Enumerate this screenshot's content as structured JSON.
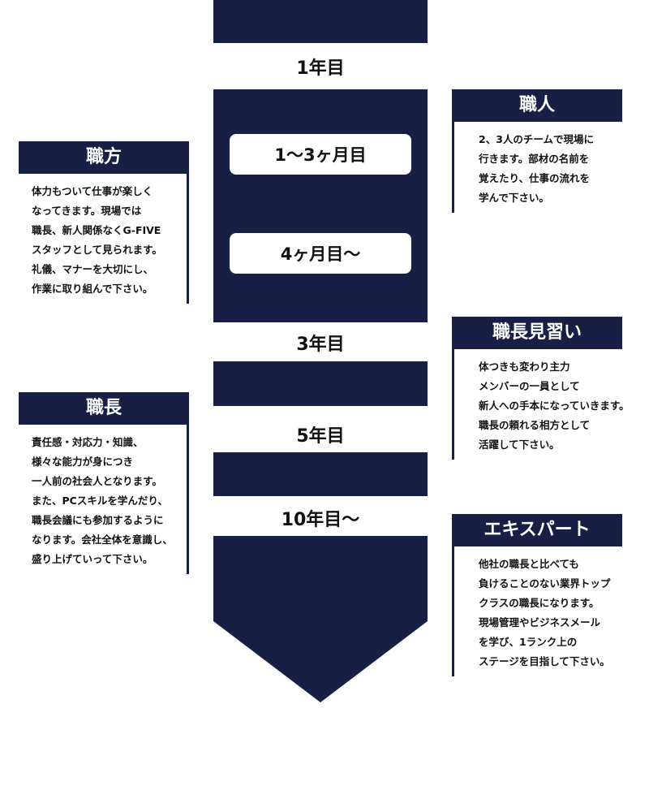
{
  "timeline": {
    "year1": "1年目",
    "stage_1_3m": "1～3ヶ月目",
    "stage_4m": "4ヶ月目～",
    "year3": "3年目",
    "year5": "5年目",
    "year10": "10年目～"
  },
  "roles": {
    "shokunin": {
      "title": "職人",
      "text": "2、3人のチームで現場に\n行きます。部材の名前を\n覚えたり、仕事の流れを\n学んで下さい。"
    },
    "shokukata": {
      "title": "職方",
      "text": "体力もついて仕事が楽しく\nなってきます。現場では\n職長、新人関係なくG-FIVE\nスタッフとして見られます。\n礼儀、マナーを大切にし、\n作業に取り組んで下さい。"
    },
    "minarai": {
      "title": "職長見習い",
      "text": "体つきも変わり主力\nメンバーの一員として\n新人への手本になっていきます。\n職長の頼れる相方として\n活躍して下さい。"
    },
    "shokucho": {
      "title": "職長",
      "text": "責任感・対応力・知識、\n様々な能力が身につき\n一人前の社会人となります。\nまた、PCスキルを学んだり、\n職長会議にも参加するように\nなります。会社全体を意識し、\n盛り上げていって下さい。"
    },
    "expert": {
      "title": "エキスパート",
      "text": "他社の職長と比べても\n負けることのない業界トップ\nクラスの職長になります。\n現場管理やビジネスメール\nを学び、1ランク上の\nステージを目指して下さい。"
    }
  }
}
